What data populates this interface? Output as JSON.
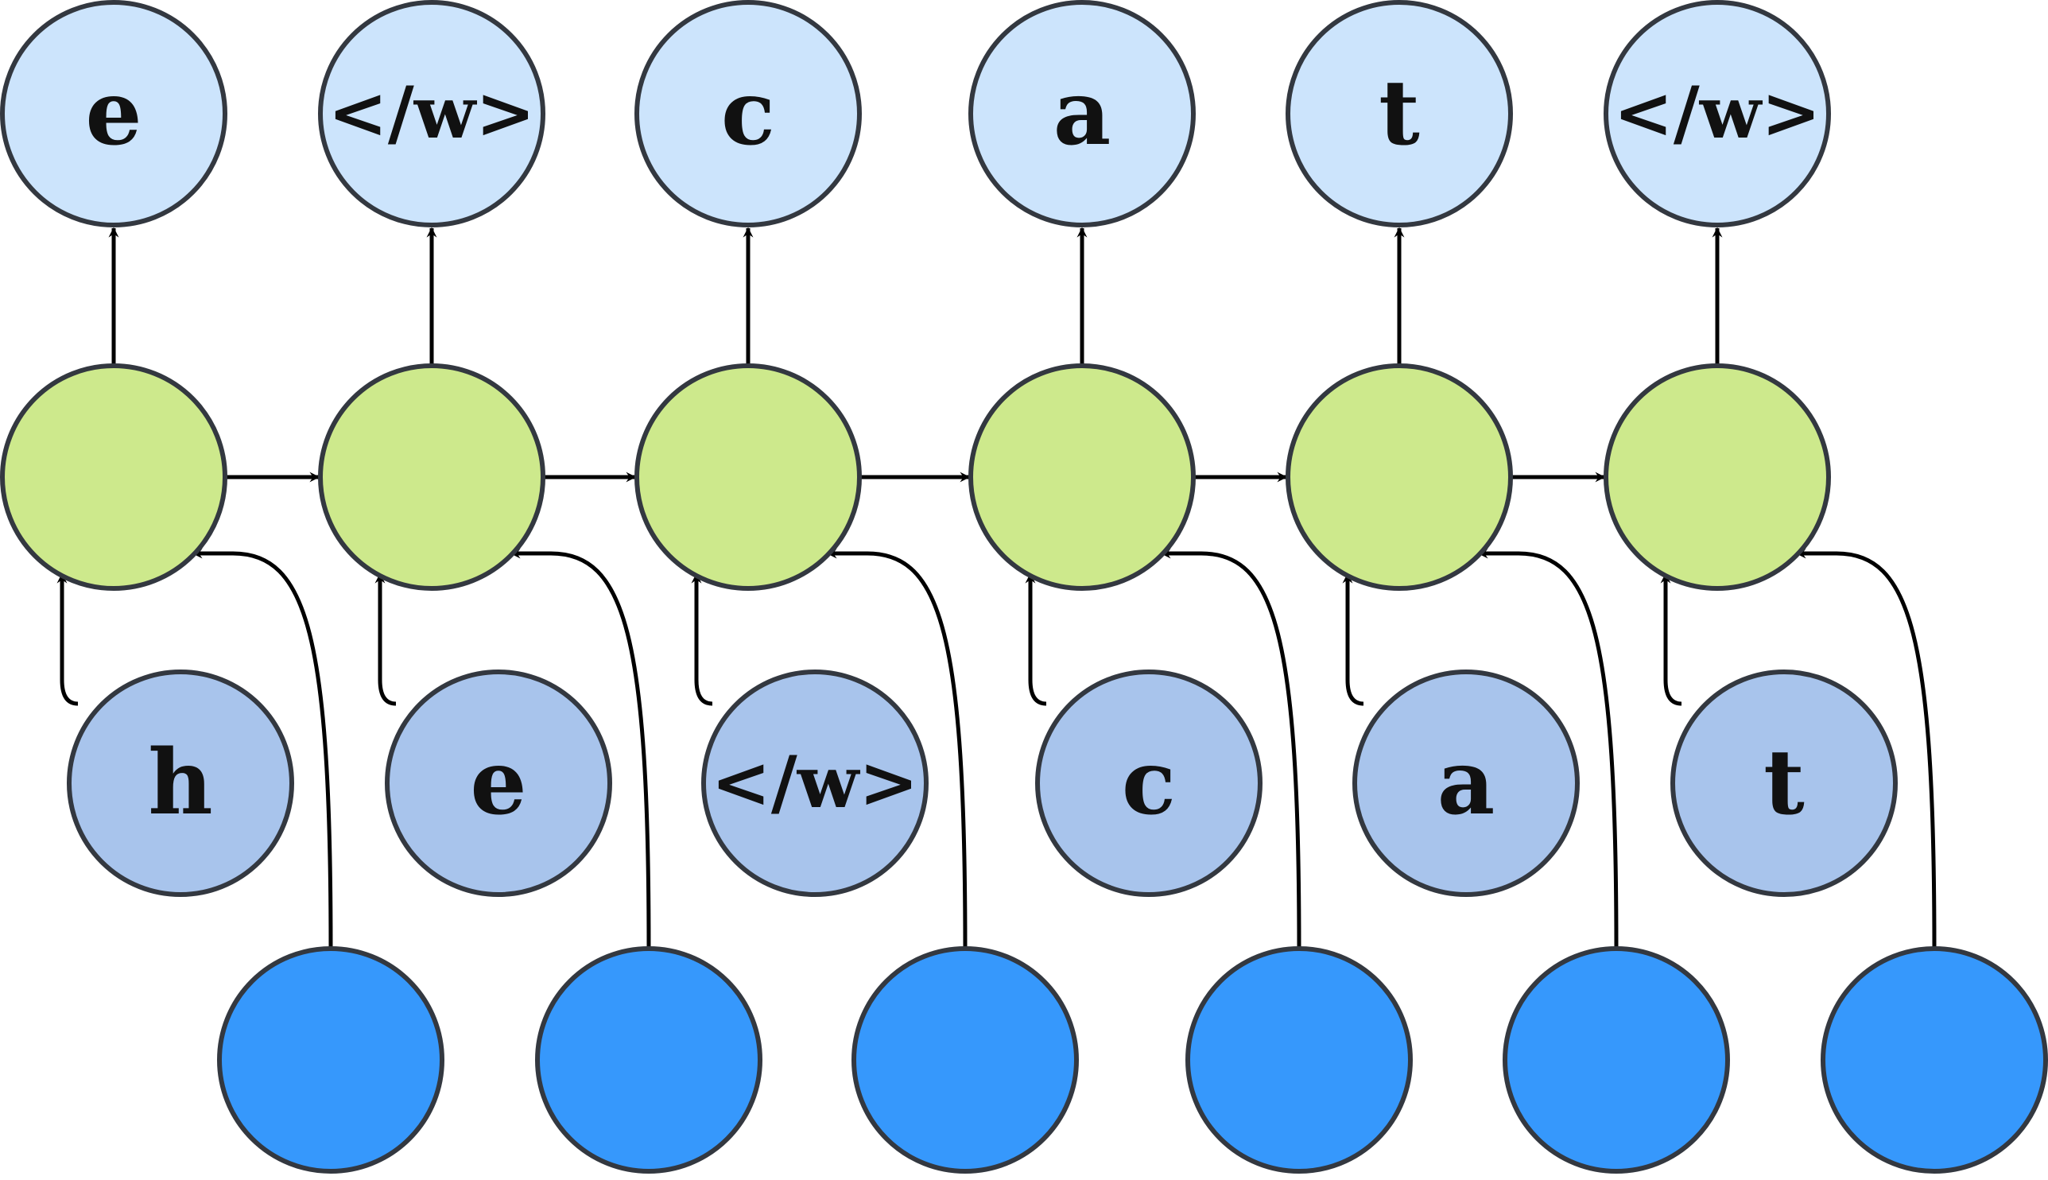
{
  "diagram": {
    "output_labels": [
      "e",
      "</w>",
      "c",
      "a",
      "t",
      "</w>"
    ],
    "input_labels": [
      "h",
      "e",
      "</w>",
      "c",
      "a",
      "t"
    ],
    "colors": {
      "output_node": "#cce4fc",
      "hidden_node": "#cde98c",
      "input_node": "#a8c4ec",
      "context_node": "#3698fc",
      "outline": "#333840",
      "edge": "#000000"
    }
  }
}
